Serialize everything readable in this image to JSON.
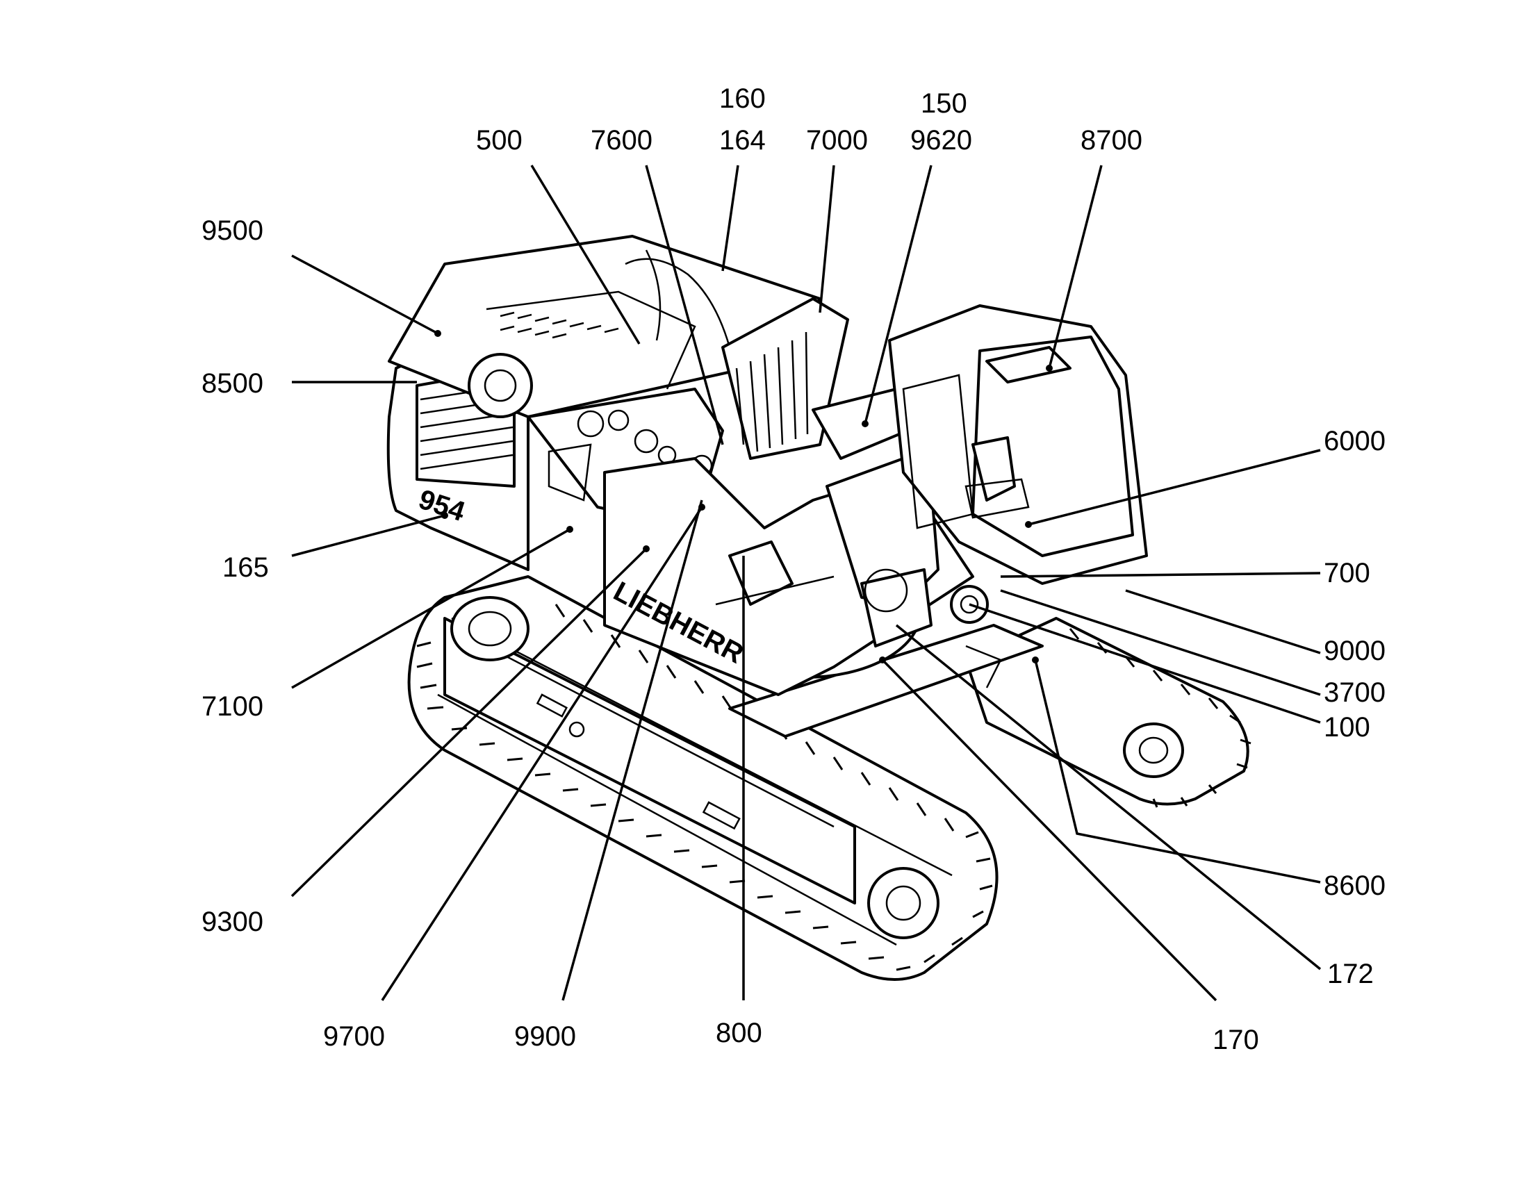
{
  "labels": [
    {
      "id": "9500",
      "text": "9500"
    },
    {
      "id": "8500",
      "text": "8500"
    },
    {
      "id": "165",
      "text": "165"
    },
    {
      "id": "7100",
      "text": "7100"
    },
    {
      "id": "9300",
      "text": "9300"
    },
    {
      "id": "9700",
      "text": "9700"
    },
    {
      "id": "9900",
      "text": "9900"
    },
    {
      "id": "800",
      "text": "800"
    },
    {
      "id": "170",
      "text": "170"
    },
    {
      "id": "172",
      "text": "172"
    },
    {
      "id": "8600",
      "text": "8600"
    },
    {
      "id": "100",
      "text": "100"
    },
    {
      "id": "3700",
      "text": "3700"
    },
    {
      "id": "9000",
      "text": "9000"
    },
    {
      "id": "700",
      "text": "700"
    },
    {
      "id": "6000",
      "text": "6000"
    },
    {
      "id": "8700",
      "text": "8700"
    },
    {
      "id": "150",
      "text": "150"
    },
    {
      "id": "9620",
      "text": "9620"
    },
    {
      "id": "7000",
      "text": "7000"
    },
    {
      "id": "160",
      "text": "160"
    },
    {
      "id": "164",
      "text": "164"
    },
    {
      "id": "7600",
      "text": "7600"
    },
    {
      "id": "500",
      "text": "500"
    }
  ],
  "machine_markings": {
    "model": "954",
    "brand": "LIEBHERR"
  }
}
